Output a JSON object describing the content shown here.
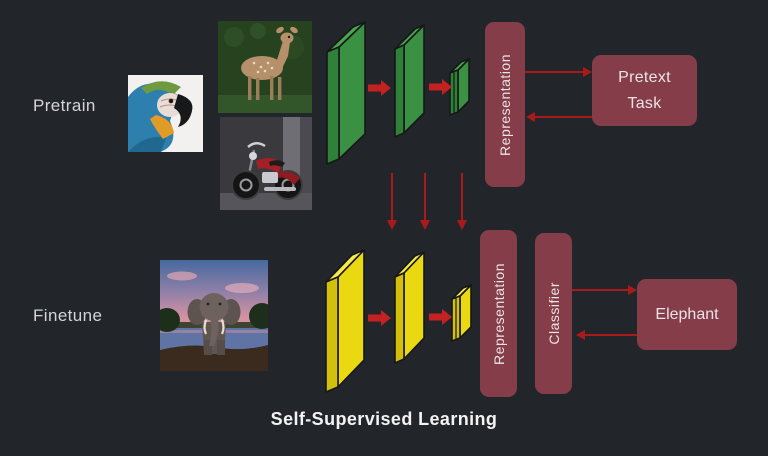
{
  "title": "Self-Supervised Learning",
  "labels": {
    "pretrain": "Pretrain",
    "finetune": "Finetune"
  },
  "boxes": {
    "representation_top": {
      "label": "Representation"
    },
    "pretext_task": {
      "line1": "Pretext",
      "line2": "Task"
    },
    "representation_bottom": {
      "label": "Representation"
    },
    "classifier": {
      "label": "Classifier"
    },
    "prediction": {
      "label": "Elephant"
    }
  },
  "images": {
    "pretrain_inputs": [
      "parrot-photo",
      "deer-photo",
      "motorcycle-photo"
    ],
    "finetune_input": "elephant-photo"
  },
  "colors": {
    "background": "#22252a",
    "maroon": "#843d49",
    "green": "#3a9144",
    "green_dark": "#2f8038",
    "green_light": "#4aa653",
    "yellow": "#ead810",
    "yellow_dark": "#d2c00c",
    "yellow_light": "#f6e94a",
    "arrow_red": "#c32222",
    "thin_arrow_red": "#ab1a1a",
    "label_text": "#d6d4d5",
    "box_text": "#ece3e5",
    "title_text": "#f4f2f3"
  }
}
